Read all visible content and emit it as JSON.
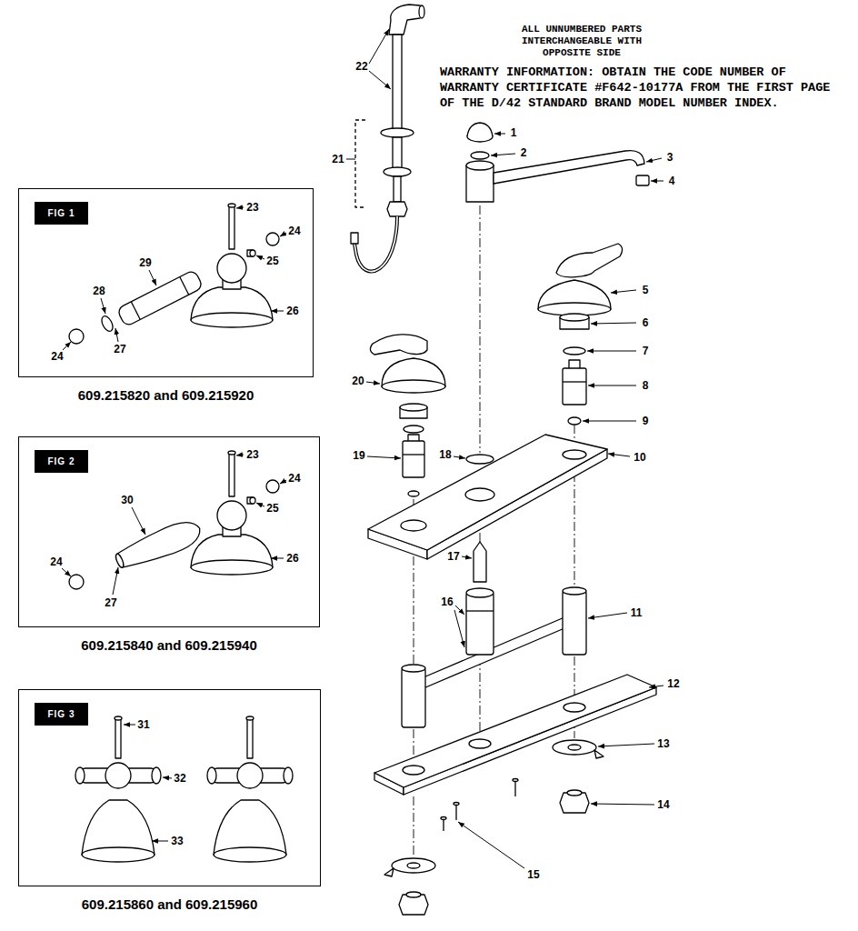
{
  "diagram": {
    "nodes": [
      {
        "text": [
          "609.215820 and 609.215920"
        ]
      },
      {
        "text": [
          "FIG 1"
        ],
        "in": 0
      },
      {
        "text": [
          "609.215840 and 609.215940"
        ]
      },
      {
        "text": [
          "FIG 2"
        ],
        "in": 2
      },
      {
        "text": [
          "609.215860 and 609.215960"
        ]
      },
      {
        "text": [
          "FIG 3"
        ],
        "in": 4
      }
    ],
    "labels": [
      "ALL UNNUMBERED PARTS INTERCHANGEABLE WITH OPPOSITE SIDE",
      "WARRANTY INFORMATION: OBTAIN THE CODE NUMBER OF WARRANTY CERTIFICATE #F642-10177A FROM THE FIRST PAGE OF THE D/42 STANDARD BRAND MODEL NUMBER INDEX.",
      "22",
      "21",
      "1",
      "2",
      "3",
      "4",
      "5",
      "6",
      "7",
      "8",
      "9",
      "10",
      "11",
      "12",
      "13",
      "14",
      "15",
      "16",
      "17",
      "18",
      "19",
      "20",
      "23",
      "24",
      "25",
      "26",
      "29",
      "28",
      "24",
      "27",
      "23",
      "24",
      "25",
      "26",
      "30",
      "24",
      "27",
      "31",
      "32",
      "33"
    ]
  }
}
